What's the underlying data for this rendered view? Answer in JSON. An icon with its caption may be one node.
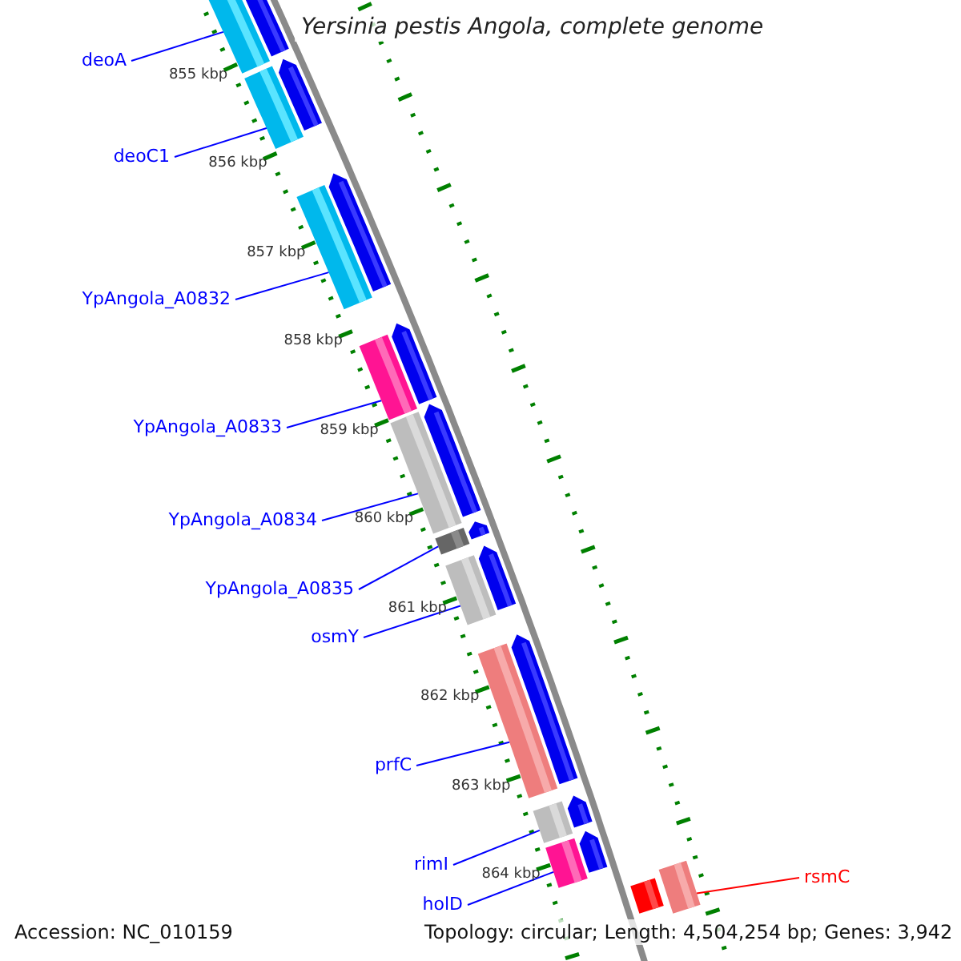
{
  "diagram": {
    "title": "Yersinia pestis Angola, complete genome",
    "nodes": [
      {
        "text": [
          "deoA"
        ]
      },
      {
        "text": [
          "deoC1"
        ]
      },
      {
        "text": [
          "YpAngola_A0832"
        ]
      },
      {
        "text": [
          "YpAngola_A0833"
        ]
      },
      {
        "text": [
          "YpAngola_A0834"
        ]
      },
      {
        "text": [
          "YpAngola_A0835"
        ]
      },
      {
        "text": [
          "osmY"
        ]
      },
      {
        "text": [
          "prfC"
        ]
      },
      {
        "text": [
          "rimI"
        ]
      },
      {
        "text": [
          "holD"
        ]
      },
      {
        "text": [
          "rsmC"
        ]
      },
      {
        "text": [],
        "shape": "bar"
      },
      {
        "text": [],
        "shape": "bar"
      },
      {
        "text": [],
        "shape": "bar"
      },
      {
        "text": [],
        "shape": "bar"
      },
      {
        "text": [],
        "shape": "bar"
      },
      {
        "text": [],
        "shape": "bar"
      },
      {
        "text": [],
        "shape": "bar"
      },
      {
        "text": [],
        "shape": "bar"
      },
      {
        "text": [],
        "shape": "bar"
      },
      {
        "text": [],
        "shape": "bar"
      },
      {
        "text": [],
        "shape": "bar"
      },
      {
        "text": [],
        "shape": "bar"
      },
      {
        "text": [],
        "shape": "arrow"
      },
      {
        "text": [],
        "shape": "arrow"
      },
      {
        "text": [],
        "shape": "arrow"
      },
      {
        "text": [],
        "shape": "arrow"
      },
      {
        "text": [],
        "shape": "arrow"
      },
      {
        "text": [],
        "shape": "arrow"
      },
      {
        "text": [],
        "shape": "arrow"
      },
      {
        "text": [],
        "shape": "arrow"
      },
      {
        "text": [],
        "shape": "arrow"
      },
      {
        "text": [],
        "shape": "arrow"
      }
    ],
    "edges": [
      {
        "from": 0,
        "to": 11,
        "arrow": "none"
      },
      {
        "from": 1,
        "to": 12,
        "arrow": "none"
      },
      {
        "from": 2,
        "to": 13,
        "arrow": "none"
      },
      {
        "from": 3,
        "to": 14,
        "arrow": "none"
      },
      {
        "from": 4,
        "to": 15,
        "arrow": "none"
      },
      {
        "from": 5,
        "to": 16,
        "arrow": "none"
      },
      {
        "from": 6,
        "to": 17,
        "arrow": "none"
      },
      {
        "from": 7,
        "to": 18,
        "arrow": "none"
      },
      {
        "from": 8,
        "to": 19,
        "arrow": "none"
      },
      {
        "from": 9,
        "to": 20,
        "arrow": "none"
      },
      {
        "from": 10,
        "to": 22,
        "arrow": "none",
        "color": "#ff0000"
      }
    ],
    "labels": [
      "855 kbp",
      "856 kbp",
      "857 kbp",
      "858 kbp",
      "859 kbp",
      "860 kbp",
      "861 kbp",
      "862 kbp",
      "863 kbp",
      "864 kbp",
      "Accession: NC_010159",
      "Topology: circular; Length: 4,504,254 bp; Genes: 3,942"
    ]
  }
}
